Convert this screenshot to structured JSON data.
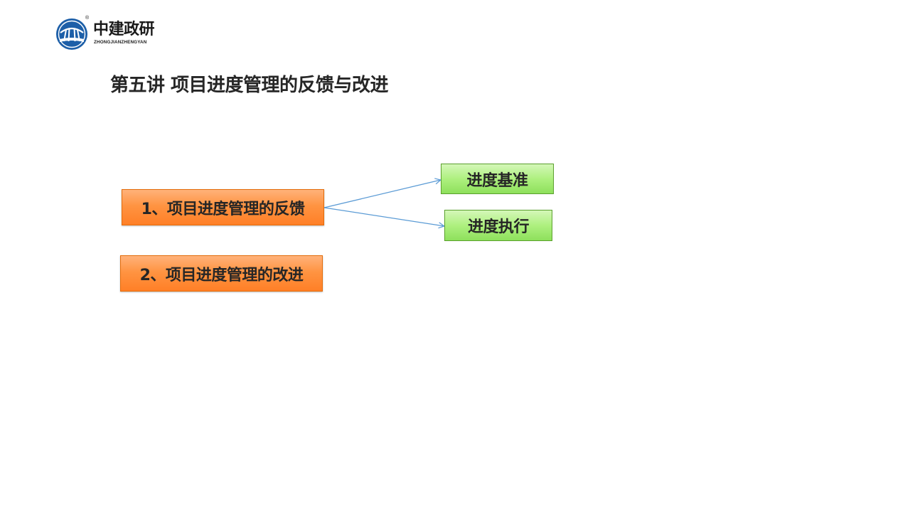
{
  "logo": {
    "name_cn": "中建政研",
    "name_en": "ZHONGJIANZHENGYAN",
    "registered_mark": "®"
  },
  "title": "第五讲 项目进度管理的反馈与改进",
  "diagram": {
    "nodes": [
      {
        "id": "feedback",
        "label": "1、项目进度管理的反馈",
        "color": "#ff8c3a"
      },
      {
        "id": "improvement",
        "label": "2、项目进度管理的改进",
        "color": "#ff8c3a"
      },
      {
        "id": "baseline",
        "label": "进度基准",
        "color": "#a8ee7c"
      },
      {
        "id": "execution",
        "label": "进度执行",
        "color": "#a8ee7c"
      }
    ],
    "edges": [
      {
        "from": "feedback",
        "to": "baseline"
      },
      {
        "from": "feedback",
        "to": "execution"
      }
    ],
    "edge_color": "#5b9bd5"
  }
}
